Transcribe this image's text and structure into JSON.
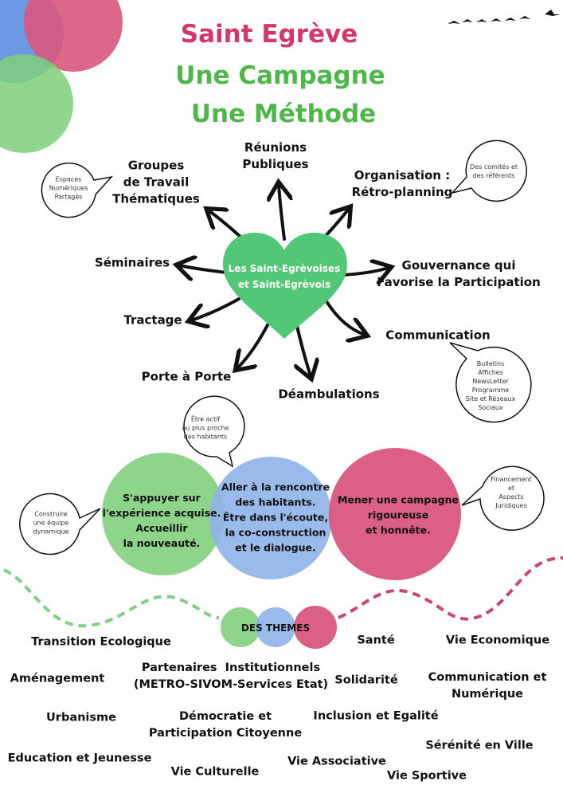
{
  "title": {
    "line1": "Saint Egrève",
    "line2": "Une Campagne",
    "line3": "Une Méthode"
  },
  "colors": {
    "pink": "#d4376a",
    "green": "#4cb847",
    "heart": "#52c777",
    "circle_green": "#8ed48a",
    "circle_blue": "#8fb3e9",
    "circle_pink": "#d95279"
  },
  "center": {
    "line1": "Les Saint-Egrèvoises",
    "line2": "et Saint-Egrèvois",
    "icon": "heart-icon"
  },
  "methods": {
    "reunions": [
      "Réunions",
      "Publiques"
    ],
    "groupes": [
      "Groupes",
      "de Travail",
      "Thématiques"
    ],
    "organisation": [
      "Organisation :",
      "Rétro-planning"
    ],
    "seminaires": "Séminaires",
    "gouvernance": [
      "Gouvernance qui",
      "Favorise la Participation"
    ],
    "tractage": "Tractage",
    "communication": "Communication",
    "porte": "Porte à Porte",
    "deambulations": "Déambulations"
  },
  "bubbles": {
    "espaces": [
      "Espaces",
      "Numériques",
      "Partagés"
    ],
    "comites": [
      "Des comités et",
      "des référents"
    ],
    "comm": [
      "Bulletins",
      "Affiches",
      "NewsLetter",
      "Programme",
      "Site et Réseaux",
      "Sociaux"
    ],
    "actif": [
      "Être actif",
      "au plus proche",
      "des habitants"
    ],
    "equipe": [
      "Construire",
      "une équipe",
      "dynamique"
    ],
    "financement": [
      "Financement",
      "et",
      "Aspects",
      "Juridiques"
    ]
  },
  "principles": {
    "green": [
      "S'appuyer sur",
      "l'expérience acquise.",
      "Accueillir",
      "la nouveauté."
    ],
    "blue": [
      "Aller à la rencontre",
      "des habitants.",
      "Être dans l'écoute,",
      "la co-construction",
      "et le dialogue."
    ],
    "pink": [
      "Mener une campagne",
      "rigoureuse",
      "et honnête."
    ]
  },
  "themes_title": "DES THEMES",
  "themes": {
    "transition": "Transition Ecologique",
    "partenaires": [
      "Partenaires  Institutionnels",
      "(METRO-SIVOM-Services Etat)"
    ],
    "sante": "Santé",
    "economique": "Vie Economique",
    "amenagement": "Aménagement",
    "solidarite": "Solidarité",
    "communication": [
      "Communication et",
      "Numérique"
    ],
    "urbanisme": "Urbanisme",
    "democratie": [
      "Démocratie et",
      "Participation Citoyenne"
    ],
    "inclusion": "Inclusion et Egalité",
    "serenite": "Sérénité en Ville",
    "education": "Education et Jeunesse",
    "culturelle": "Vie Culturelle",
    "associative": "Vie Associative",
    "sportive": "Vie Sportive"
  }
}
